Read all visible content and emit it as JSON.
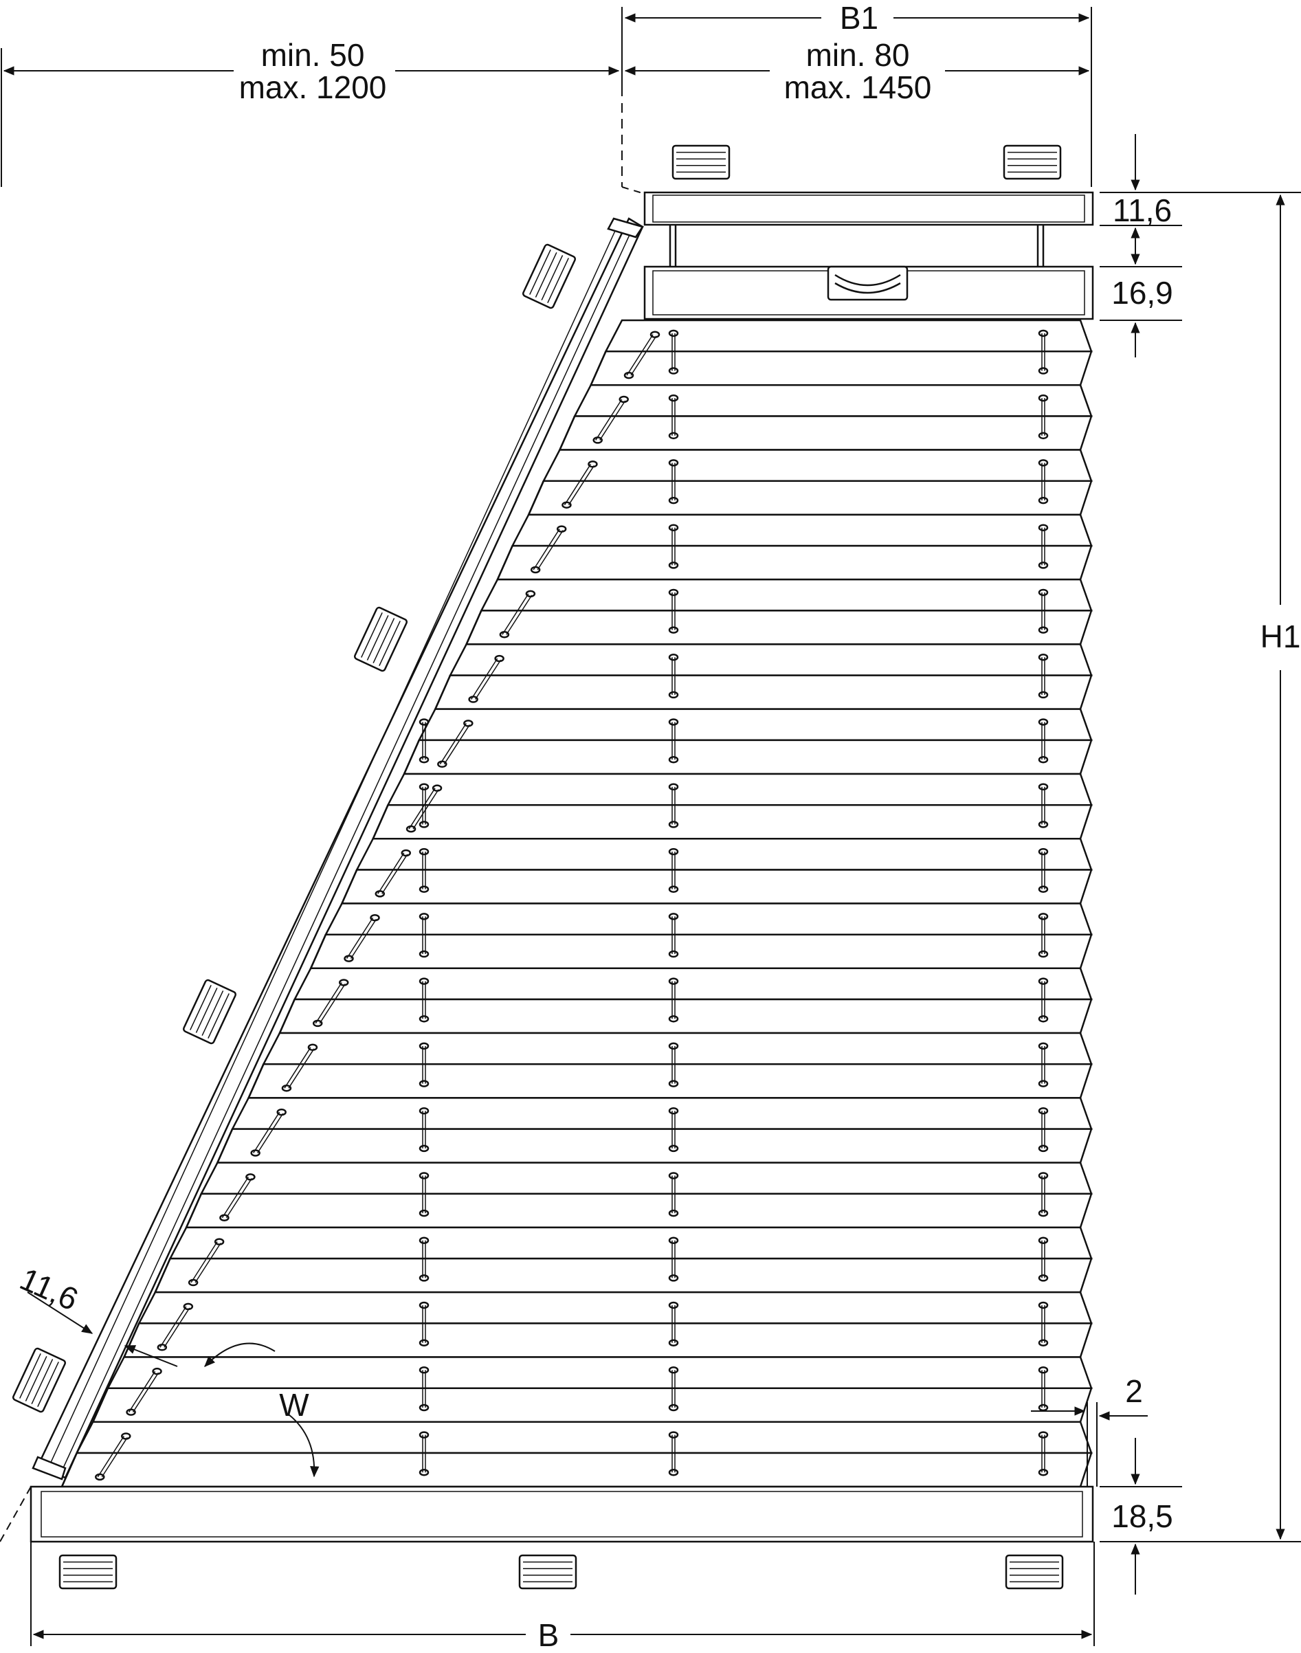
{
  "diagram": {
    "label_b1": "B1",
    "label_b": "B",
    "label_h1": "H1",
    "label_w": "W",
    "left_width_min": "min. 50",
    "left_width_max": "max. 1200",
    "right_width_min": "min. 80",
    "right_width_max": "max. 1450",
    "top_rail_height": "11,6",
    "headrail_height": "16,9",
    "slanted_rail_width": "11,6",
    "gap": "2",
    "bottom_rail_height": "18,5",
    "pleat_count": 18,
    "line_color": "#111111"
  }
}
